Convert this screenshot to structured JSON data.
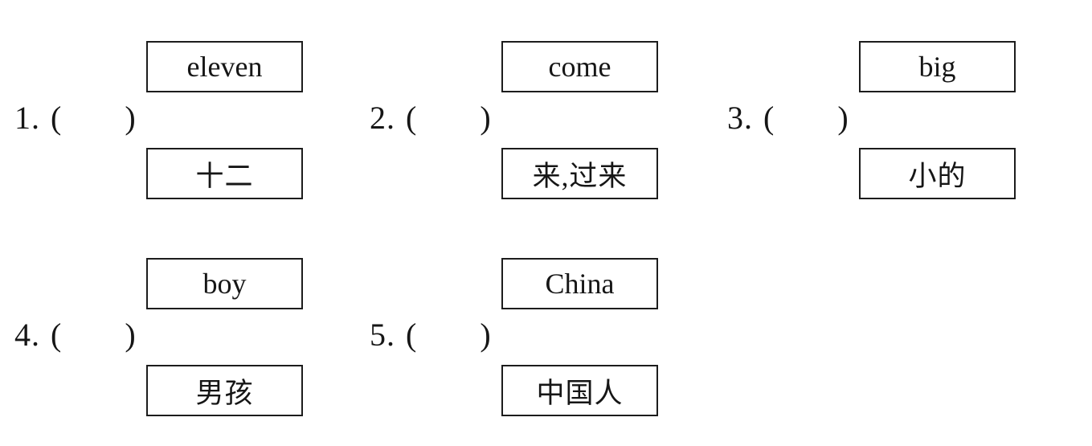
{
  "items": [
    {
      "number": "1.",
      "paren_open": "(",
      "paren_close": ")",
      "english": "eleven",
      "chinese": "十二"
    },
    {
      "number": "2.",
      "paren_open": "(",
      "paren_close": ")",
      "english": "come",
      "chinese": "来,过来"
    },
    {
      "number": "3.",
      "paren_open": "(",
      "paren_close": ")",
      "english": "big",
      "chinese": "小的"
    },
    {
      "number": "4.",
      "paren_open": "(",
      "paren_close": ")",
      "english": "boy",
      "chinese": "男孩"
    },
    {
      "number": "5.",
      "paren_open": "(",
      "paren_close": ")",
      "english": "China",
      "chinese": "中国人"
    }
  ]
}
